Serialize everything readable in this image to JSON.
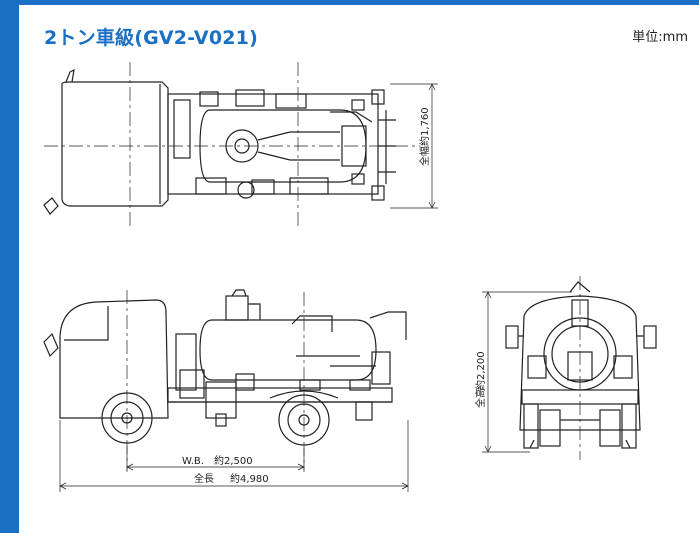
{
  "header": {
    "title": "2トン車級(GV2-V021)",
    "unit": "単位:mm"
  },
  "dimensions": {
    "width_label": "全幅",
    "width_value": "約1,760",
    "height_label": "全高",
    "height_value": "約2,200",
    "wheelbase_label": "W.B.",
    "wheelbase_value": "約2,500",
    "length_label": "全長",
    "length_value": "約4,980"
  },
  "colors": {
    "accent": "#1b6fc4",
    "line": "#222222"
  }
}
